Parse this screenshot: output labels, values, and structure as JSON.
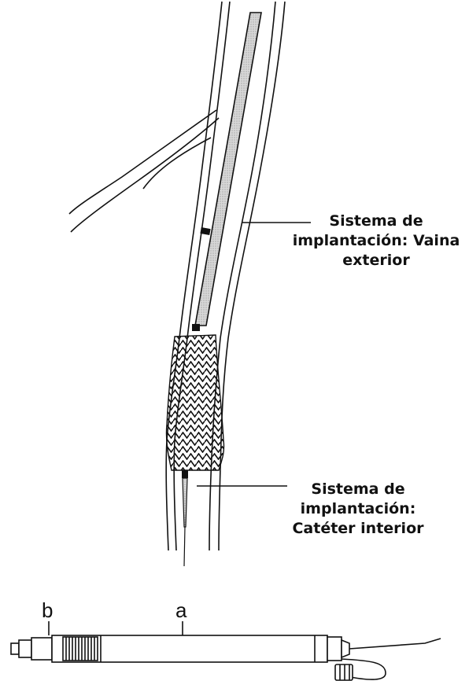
{
  "callouts": {
    "outer_sheath": {
      "line1": "Sistema de",
      "line2": "implantación: Vaina",
      "line3": "exterior"
    },
    "inner_catheter": {
      "line1": "Sistema de",
      "line2": "implantación:",
      "line3": "Catéter interior"
    }
  },
  "handle_labels": {
    "a": "a",
    "b": "b"
  }
}
